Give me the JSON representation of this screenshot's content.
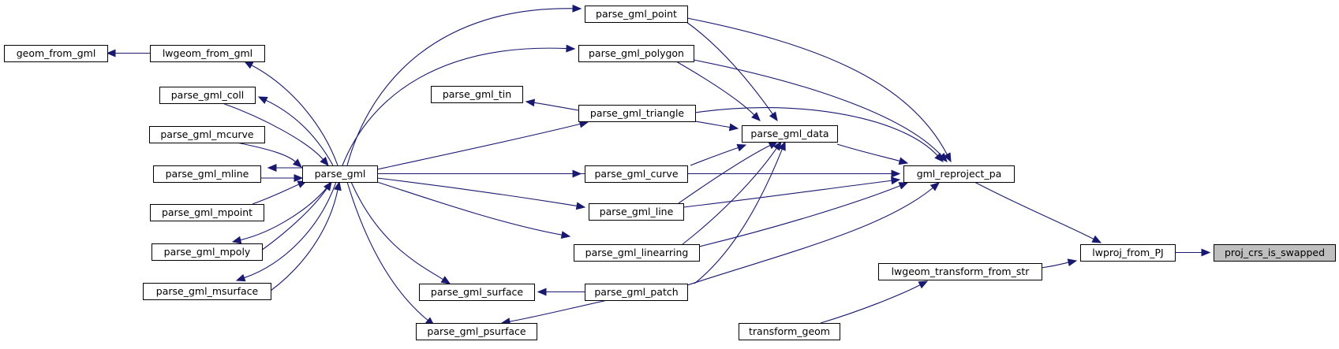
{
  "nodes": [
    {
      "id": "geom_from_gml",
      "label": "geom_from_gml"
    },
    {
      "id": "lwgeom_from_gml",
      "label": "lwgeom_from_gml"
    },
    {
      "id": "parse_gml_coll",
      "label": "parse_gml_coll"
    },
    {
      "id": "parse_gml_mcurve",
      "label": "parse_gml_mcurve"
    },
    {
      "id": "parse_gml_mline",
      "label": "parse_gml_mline"
    },
    {
      "id": "parse_gml_mpoint",
      "label": "parse_gml_mpoint"
    },
    {
      "id": "parse_gml_mpoly",
      "label": "parse_gml_mpoly"
    },
    {
      "id": "parse_gml_msurface",
      "label": "parse_gml_msurface"
    },
    {
      "id": "parse_gml",
      "label": "parse_gml"
    },
    {
      "id": "parse_gml_tin",
      "label": "parse_gml_tin"
    },
    {
      "id": "parse_gml_surface",
      "label": "parse_gml_surface"
    },
    {
      "id": "parse_gml_psurface",
      "label": "parse_gml_psurface"
    },
    {
      "id": "parse_gml_point",
      "label": "parse_gml_point"
    },
    {
      "id": "parse_gml_polygon",
      "label": "parse_gml_polygon"
    },
    {
      "id": "parse_gml_triangle",
      "label": "parse_gml_triangle"
    },
    {
      "id": "parse_gml_curve",
      "label": "parse_gml_curve"
    },
    {
      "id": "parse_gml_line",
      "label": "parse_gml_line"
    },
    {
      "id": "parse_gml_linearring",
      "label": "parse_gml_linearring"
    },
    {
      "id": "parse_gml_patch",
      "label": "parse_gml_patch"
    },
    {
      "id": "parse_gml_data",
      "label": "parse_gml_data"
    },
    {
      "id": "gml_reproject_pa",
      "label": "gml_reproject_pa"
    },
    {
      "id": "lwgeom_transform_from_str",
      "label": "lwgeom_transform_from_str"
    },
    {
      "id": "transform_geom",
      "label": "transform_geom"
    },
    {
      "id": "lwproj_from_PJ",
      "label": "lwproj_from_PJ"
    },
    {
      "id": "proj_crs_is_swapped",
      "label": "proj_crs_is_swapped",
      "highlighted": true
    }
  ],
  "edges": [
    {
      "from": "lwgeom_from_gml",
      "to": "geom_from_gml"
    },
    {
      "from": "parse_gml",
      "to": "lwgeom_from_gml"
    },
    {
      "from": "parse_gml",
      "to": "parse_gml_coll"
    },
    {
      "from": "parse_gml_coll",
      "to": "parse_gml"
    },
    {
      "from": "parse_gml_mcurve",
      "to": "parse_gml"
    },
    {
      "from": "parse_gml",
      "to": "parse_gml_mline"
    },
    {
      "from": "parse_gml_mline",
      "to": "parse_gml"
    },
    {
      "from": "parse_gml_mpoint",
      "to": "parse_gml"
    },
    {
      "from": "parse_gml",
      "to": "parse_gml_mpoly"
    },
    {
      "from": "parse_gml_mpoly",
      "to": "parse_gml"
    },
    {
      "from": "parse_gml",
      "to": "parse_gml_msurface"
    },
    {
      "from": "parse_gml_msurface",
      "to": "parse_gml"
    },
    {
      "from": "parse_gml",
      "to": "parse_gml_point"
    },
    {
      "from": "parse_gml",
      "to": "parse_gml_polygon"
    },
    {
      "from": "parse_gml_triangle",
      "to": "parse_gml_tin"
    },
    {
      "from": "parse_gml",
      "to": "parse_gml_triangle"
    },
    {
      "from": "parse_gml",
      "to": "parse_gml_curve"
    },
    {
      "from": "parse_gml",
      "to": "parse_gml_line"
    },
    {
      "from": "parse_gml",
      "to": "parse_gml_linearring"
    },
    {
      "from": "parse_gml_patch",
      "to": "parse_gml_surface"
    },
    {
      "from": "parse_gml",
      "to": "parse_gml_surface"
    },
    {
      "from": "parse_gml_patch",
      "to": "parse_gml_psurface"
    },
    {
      "from": "parse_gml",
      "to": "parse_gml_psurface"
    },
    {
      "from": "parse_gml_point",
      "to": "parse_gml_data"
    },
    {
      "from": "parse_gml_polygon",
      "to": "parse_gml_data"
    },
    {
      "from": "parse_gml_triangle",
      "to": "parse_gml_data"
    },
    {
      "from": "parse_gml_curve",
      "to": "parse_gml_data"
    },
    {
      "from": "parse_gml_line",
      "to": "parse_gml_data"
    },
    {
      "from": "parse_gml_linearring",
      "to": "parse_gml_data"
    },
    {
      "from": "parse_gml_patch",
      "to": "parse_gml_data"
    },
    {
      "from": "parse_gml_point",
      "to": "gml_reproject_pa"
    },
    {
      "from": "parse_gml_polygon",
      "to": "gml_reproject_pa"
    },
    {
      "from": "parse_gml_triangle",
      "to": "gml_reproject_pa"
    },
    {
      "from": "parse_gml_data",
      "to": "gml_reproject_pa"
    },
    {
      "from": "parse_gml",
      "to": "gml_reproject_pa"
    },
    {
      "from": "parse_gml_line",
      "to": "gml_reproject_pa"
    },
    {
      "from": "parse_gml_linearring",
      "to": "gml_reproject_pa"
    },
    {
      "from": "parse_gml_patch",
      "to": "gml_reproject_pa"
    },
    {
      "from": "transform_geom",
      "to": "lwgeom_transform_from_str"
    },
    {
      "from": "gml_reproject_pa",
      "to": "lwproj_from_PJ"
    },
    {
      "from": "lwgeom_transform_from_str",
      "to": "lwproj_from_PJ"
    },
    {
      "from": "lwproj_from_PJ",
      "to": "proj_crs_is_swapped"
    }
  ]
}
